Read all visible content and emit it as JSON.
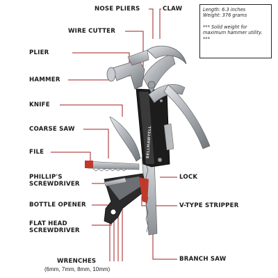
{
  "labels": {
    "nose_pliers": "NOSE PLIERS",
    "claw": "CLAW",
    "wire_cutter": "WIRE CUTTER",
    "plier": "PLIER",
    "hammer": "HAMMER",
    "knife": "KNIFE",
    "coarse_saw": "COARSE SAW",
    "file": "FILE",
    "phillips_1": "PHILLIP'S",
    "phillips_2": "SCREWDRIVER",
    "bottle_opener": "BOTTLE OPENER",
    "flat_head_1": "FLAT HEAD",
    "flat_head_2": "SCREWDRIVER",
    "wrenches": "WRENCHES",
    "wrenches_sizes": "(6mm, 7mm, 8mm, 10mm)",
    "lock": "LOCK",
    "v_type_stripper": "V-TYPE STRIPPER",
    "branch_saw": "BRANCH SAW"
  },
  "specs": {
    "length": "Length: 6.3 inches",
    "weight": "Weight: 376 grams",
    "note": "*** Solid weight for maximum hammer utility. ***"
  },
  "brand_text": "BELLMAWYELL",
  "colors": {
    "leader_line": "#a31d1d",
    "label_text": "#1a1a1a",
    "steel": "#b9bcc0",
    "handle": "#1c1c1c",
    "accent_red": "#c0392b"
  }
}
